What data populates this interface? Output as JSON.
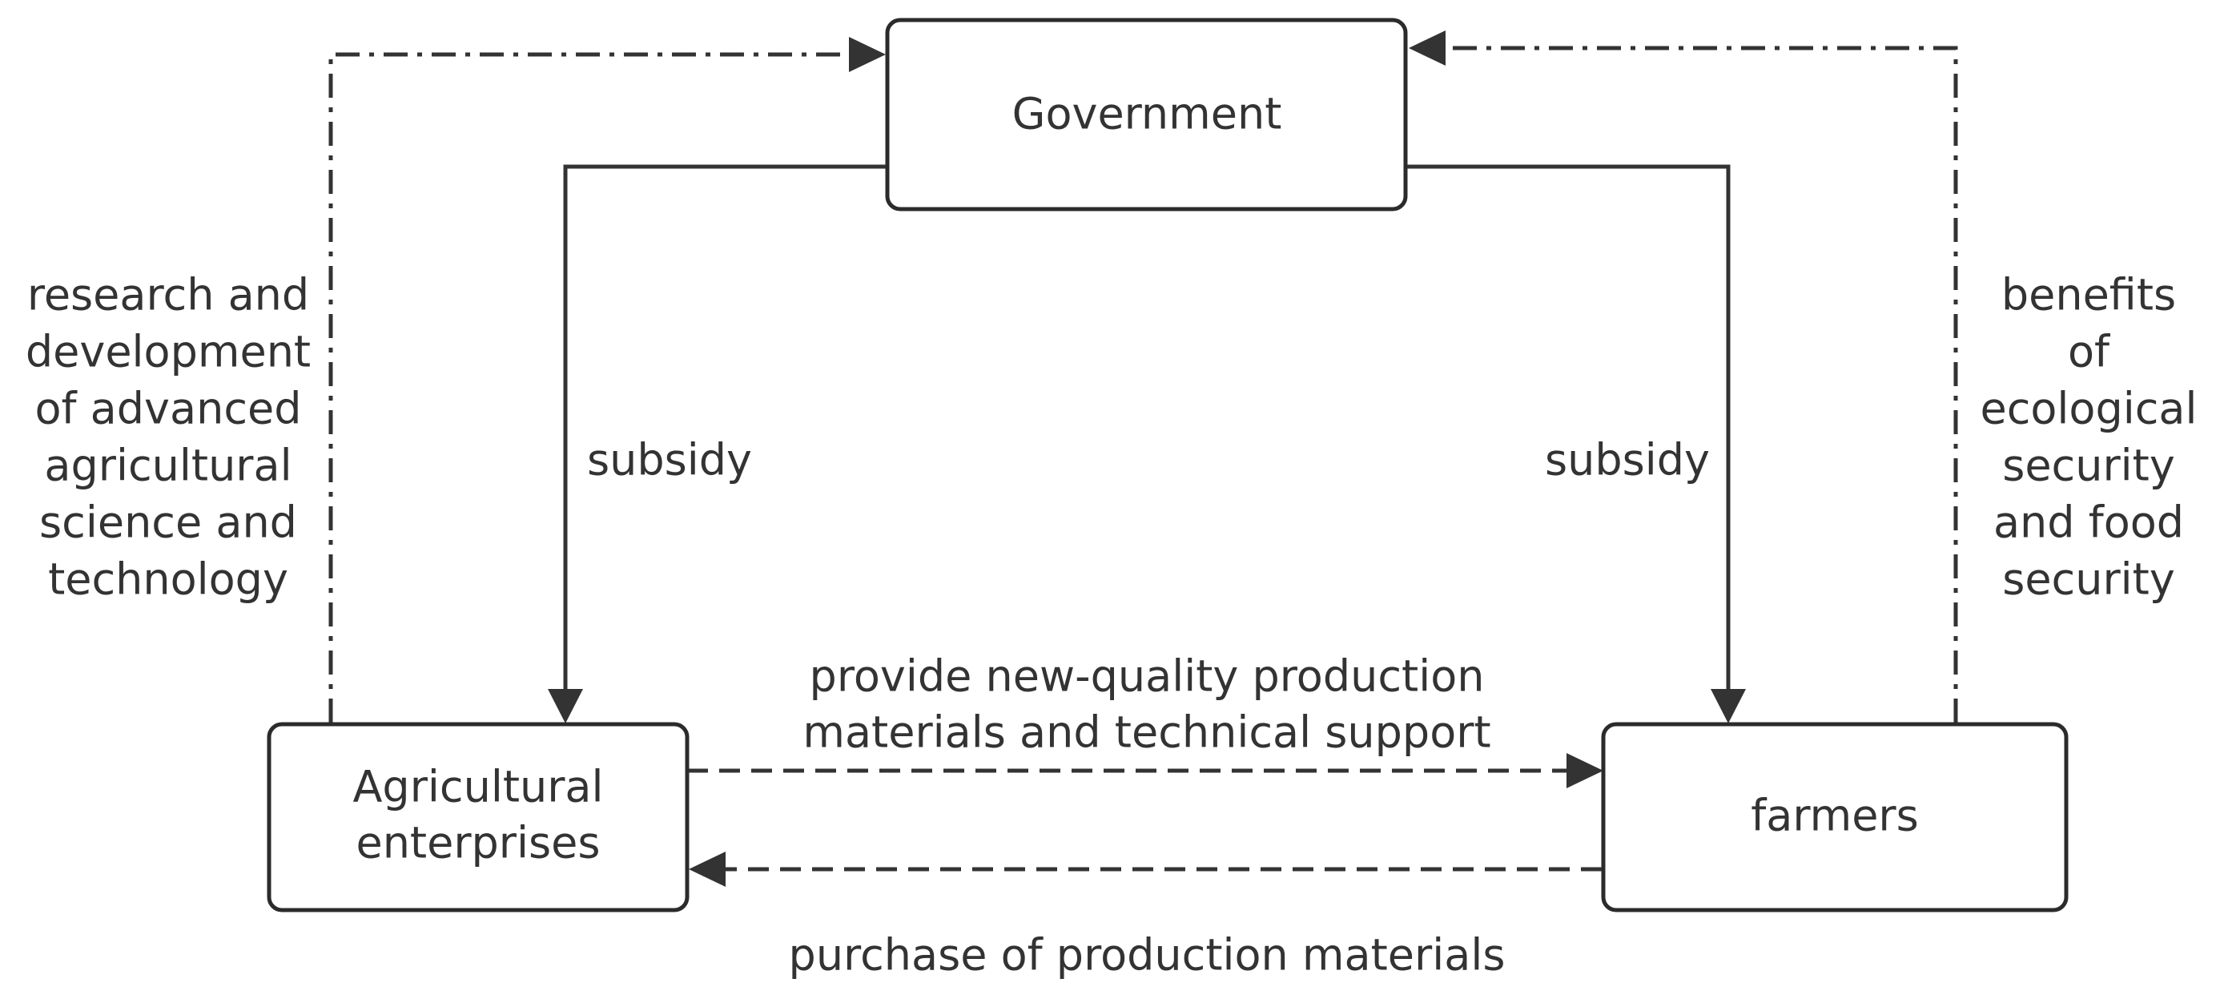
{
  "nodes": {
    "government": {
      "label": "Government"
    },
    "enterprises": {
      "lines": [
        "Agricultural",
        "enterprises"
      ]
    },
    "farmers": {
      "label": "farmers"
    }
  },
  "edges": {
    "subsidy_left": {
      "label": "subsidy"
    },
    "subsidy_right": {
      "label": "subsidy"
    },
    "provide": {
      "lines": [
        "provide new-quality production",
        "materials and technical support"
      ]
    },
    "purchase": {
      "label": "purchase of production materials"
    },
    "research": {
      "lines": [
        "research and",
        "development",
        "of advanced",
        "agricultural",
        "science and",
        "technology"
      ]
    },
    "benefits": {
      "lines": [
        "benefits",
        "of",
        "ecological",
        "security",
        "and food",
        "security"
      ]
    }
  },
  "colors": {
    "stroke": "#333333",
    "text": "#333333",
    "background": "#ffffff"
  }
}
